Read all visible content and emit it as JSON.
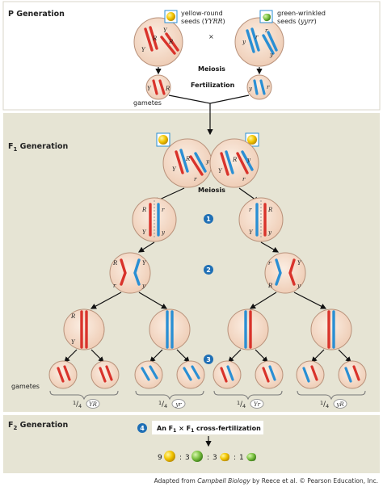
{
  "p_generation": {
    "title": "P Generation",
    "parent1_label": "yellow-round",
    "parent1_seeds": "seeds",
    "parent1_genotype": "YYRR",
    "parent2_label": "green-wrinkled",
    "parent2_seeds": "seeds",
    "parent2_genotype": "yyrr",
    "cross_symbol": "×",
    "meiosis": "Meiosis",
    "fertilization": "Fertilization",
    "gametes": "gametes"
  },
  "f1_generation": {
    "title_prefix": "F",
    "title_sub": "1",
    "title_suffix": " Generation",
    "meiosis": "Meiosis",
    "gametes": "gametes",
    "step1": "1",
    "step2": "2",
    "step3": "3",
    "gamete_types": [
      {
        "fraction_num": "1",
        "fraction_den": "4",
        "genotype": "YR"
      },
      {
        "fraction_num": "1",
        "fraction_den": "4",
        "genotype": "yr"
      },
      {
        "fraction_num": "1",
        "fraction_den": "4",
        "genotype": "Yr"
      },
      {
        "fraction_num": "1",
        "fraction_den": "4",
        "genotype": "yR"
      }
    ]
  },
  "f2_generation": {
    "title_prefix": "F",
    "title_sub": "2",
    "title_suffix": " Generation",
    "step4": "4",
    "cross_text_a": "An F",
    "cross_sub1": "1",
    "cross_text_b": " × F",
    "cross_sub2": "1",
    "cross_text_c": " cross-fertilization",
    "ratio": [
      "9",
      "3",
      "3",
      "1"
    ]
  },
  "colors": {
    "maternal": "#d9332b",
    "paternal": "#2a8fd4",
    "cell_fill": "#f3d9c4",
    "cell_stroke": "#b8917a",
    "panel_bg": "#e6e4d4",
    "step_badge": "#1f6fb5",
    "yellow_seed": "#f2c500",
    "green_seed": "#7cc242"
  },
  "credit": {
    "pre": "Adapted from ",
    "book": "Campbell Biology",
    "post": " by Reece et al. © Pearson Education, Inc."
  }
}
